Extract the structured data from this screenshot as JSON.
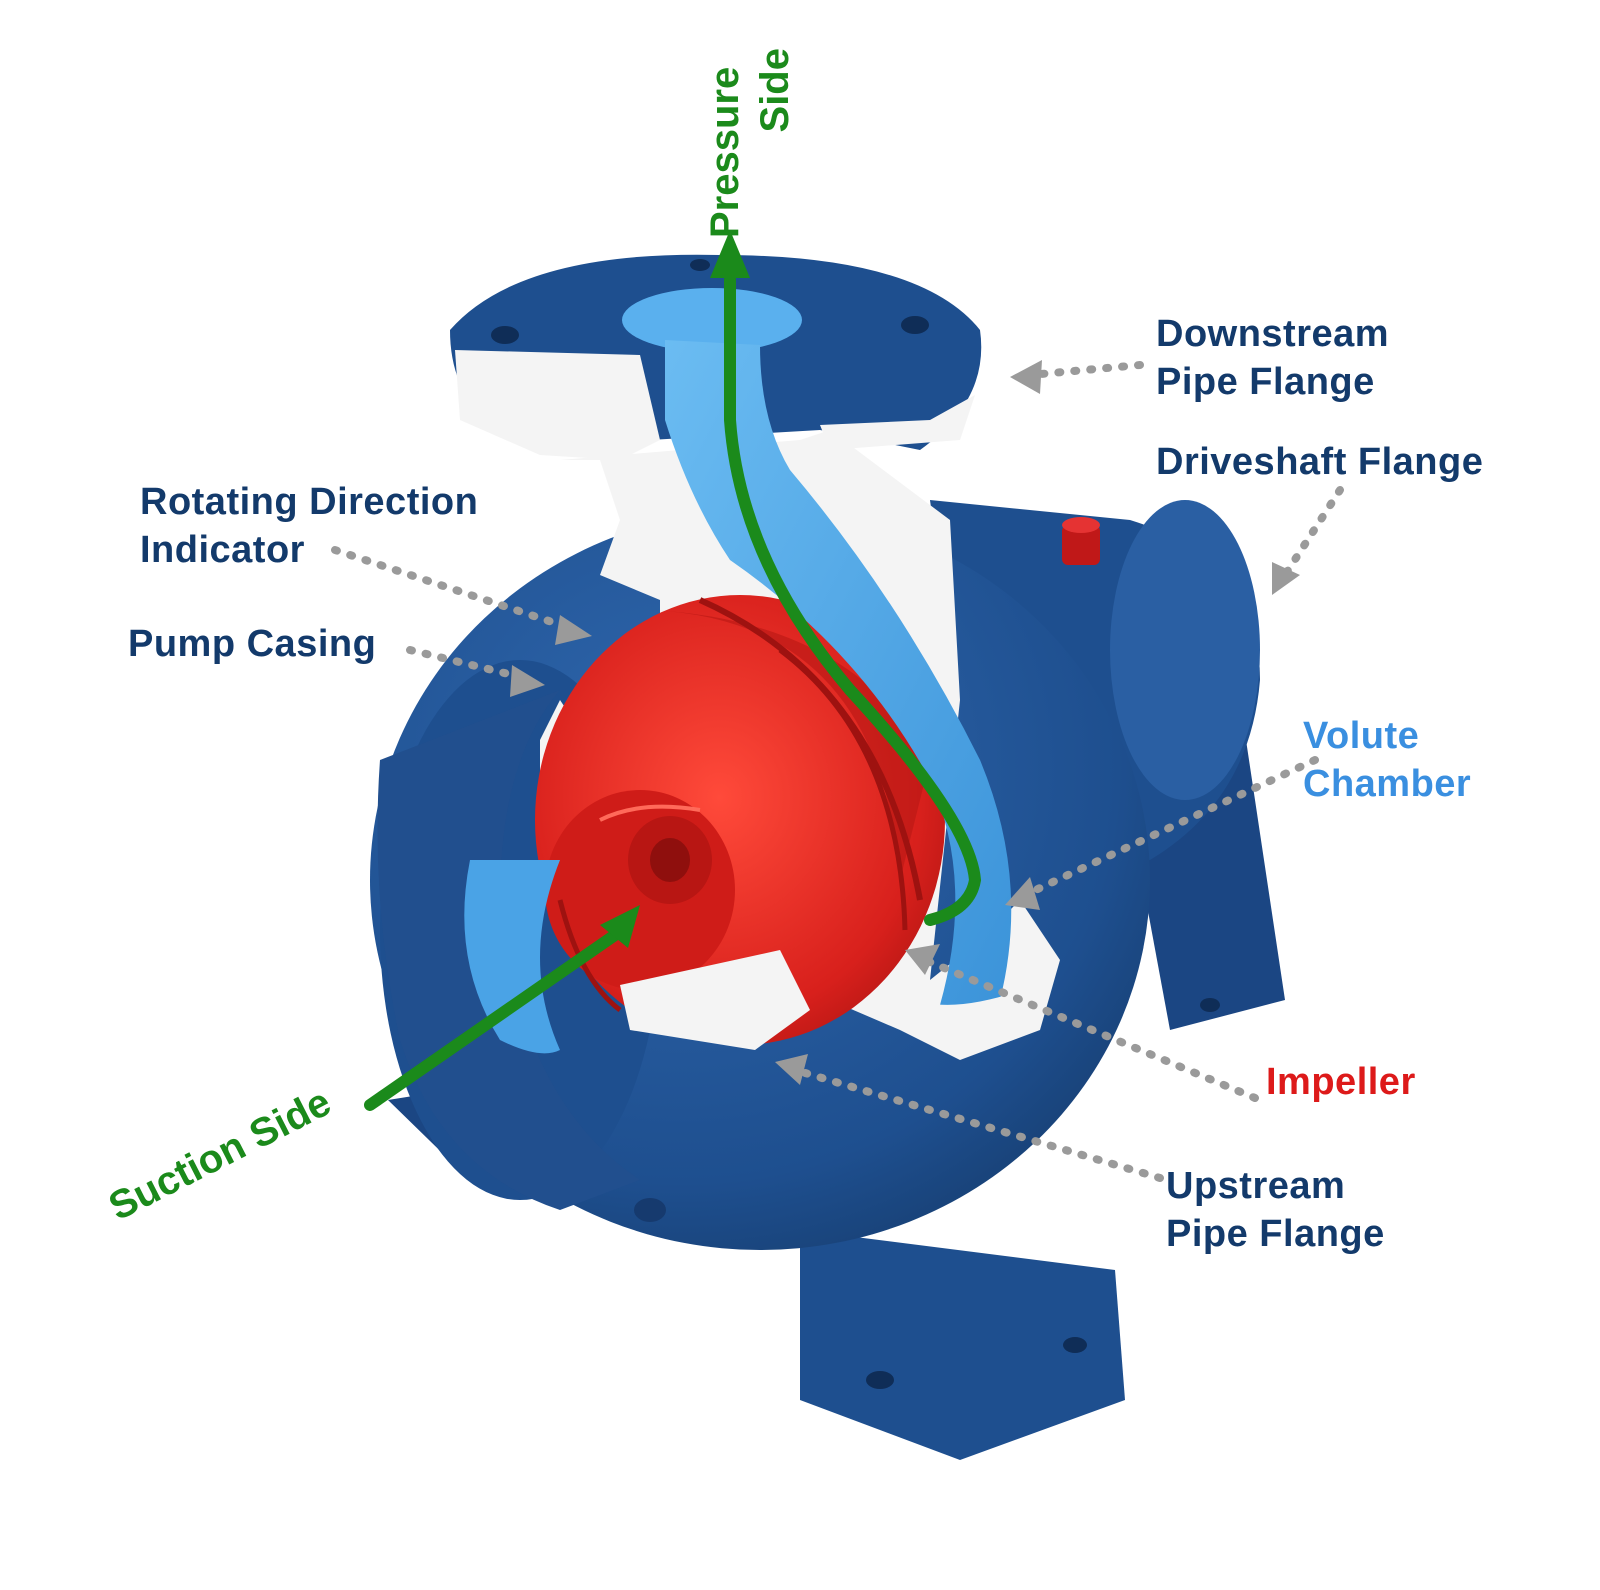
{
  "colors": {
    "casing_blue": "#1e4f8f",
    "casing_shadow": "#163a6e",
    "volute_light_blue": "#4aa3e6",
    "impeller_red": "#d8201c",
    "flow_green": "#1b8a1b",
    "label_dark_blue": "#133a6b",
    "label_light_blue": "#3a8fe0",
    "label_red": "#dd1a1a",
    "leader_gray": "#9a9a9a",
    "cut_white": "#f4f4f4"
  },
  "labels": {
    "pressure_side": "Pressure Side",
    "downstream_flange": {
      "line1": "Downstream",
      "line2": "Pipe Flange"
    },
    "driveshaft_flange": "Driveshaft Flange",
    "rotating_indicator": {
      "line1": "Rotating Direction",
      "line2": "Indicator"
    },
    "pump_casing": "Pump Casing",
    "volute_chamber": {
      "line1": "Volute",
      "line2": "Chamber"
    },
    "impeller": "Impeller",
    "upstream_flange": {
      "line1": "Upstream",
      "line2": "Pipe Flange"
    },
    "suction_side": "Suction Side"
  },
  "icons": {
    "flow_arrow": "green-flow-arrow",
    "leader": "dotted-leader-arrow"
  }
}
